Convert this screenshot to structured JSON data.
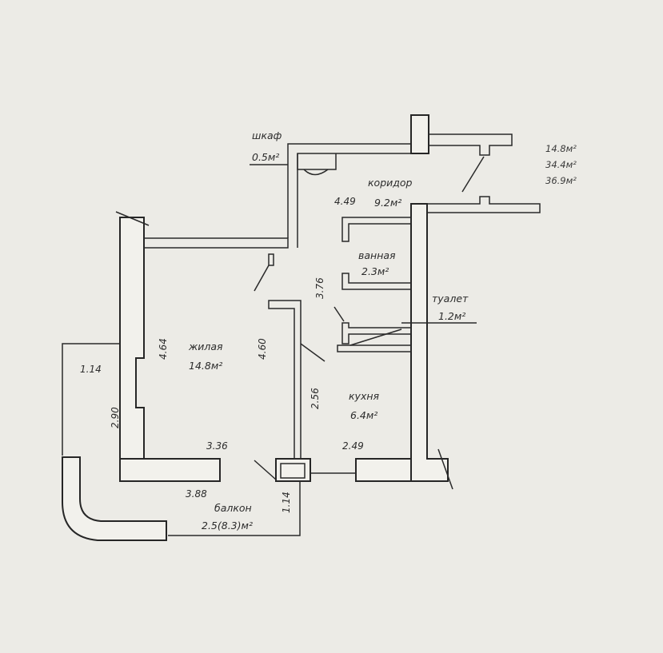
{
  "rooms": {
    "wardrobe": {
      "name": "шкаф",
      "area": "0.5м²"
    },
    "corridor": {
      "name": "коридор",
      "area": "9.2м²",
      "dim": "4.49"
    },
    "bathroom": {
      "name": "ванная",
      "area": "2.3м²"
    },
    "toilet": {
      "name": "туалет",
      "area": "1.2м²"
    },
    "living": {
      "name": "жилая",
      "area": "14.8м²"
    },
    "kitchen": {
      "name": "кухня",
      "area": "6.4м²"
    },
    "balcony": {
      "name": "балкон",
      "area": "2.5(8.3)м²"
    }
  },
  "totals": [
    "14.8м²",
    "34.4м²",
    "36.9м²"
  ],
  "dimensions": {
    "bath_height": "3.76",
    "living_left": "4.64",
    "living_right": "4.60",
    "kitchen_height": "2.56",
    "living_width": "3.36",
    "kitchen_width": "2.49",
    "balcony_width": "3.88",
    "balcony_depth": "1.14",
    "balcony_side_top": "1.14",
    "balcony_side_height": "2.90"
  },
  "colors": {
    "paper": "#ecebe6",
    "ink": "#2a2a2a",
    "wall_fill": "#f2f1ec"
  }
}
